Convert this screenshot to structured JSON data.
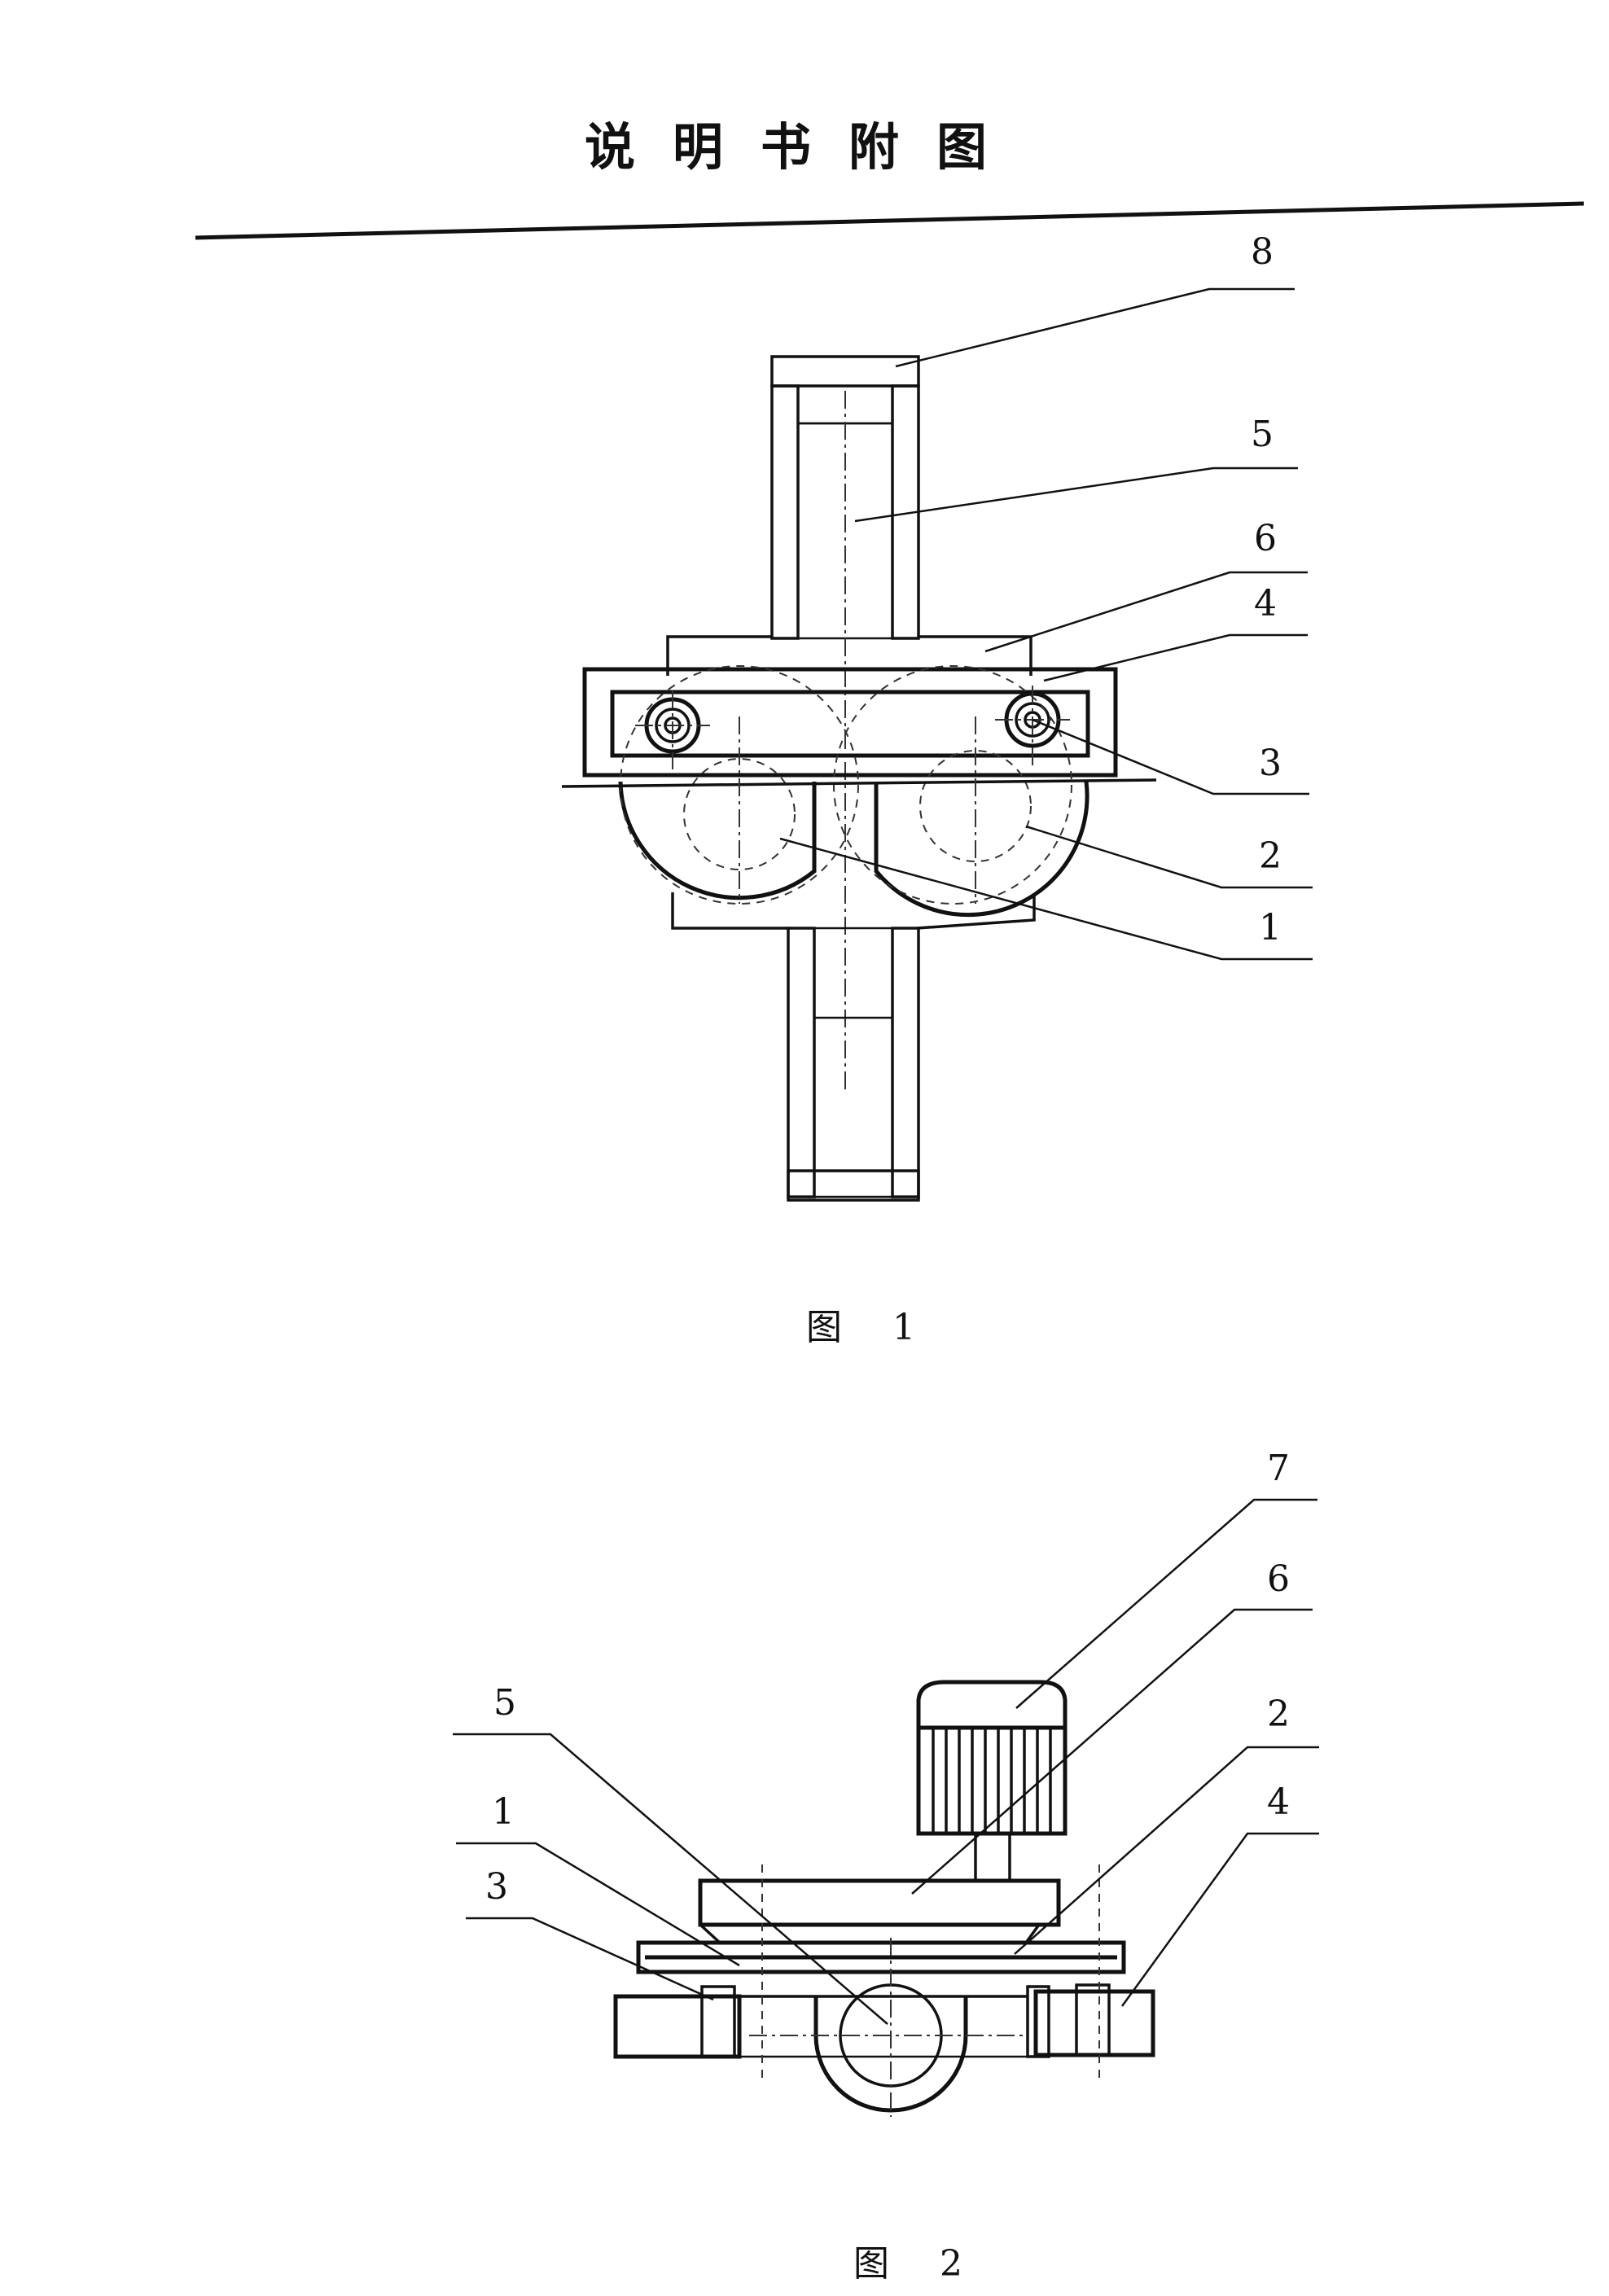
{
  "header": {
    "title": "说明书附图"
  },
  "figure1": {
    "caption": "图 1",
    "labels": [
      "8",
      "5",
      "6",
      "4",
      "3",
      "2",
      "1"
    ]
  },
  "figure2": {
    "caption": "图 2",
    "labels": [
      "7",
      "6",
      "5",
      "2",
      "1",
      "4",
      "3"
    ]
  }
}
